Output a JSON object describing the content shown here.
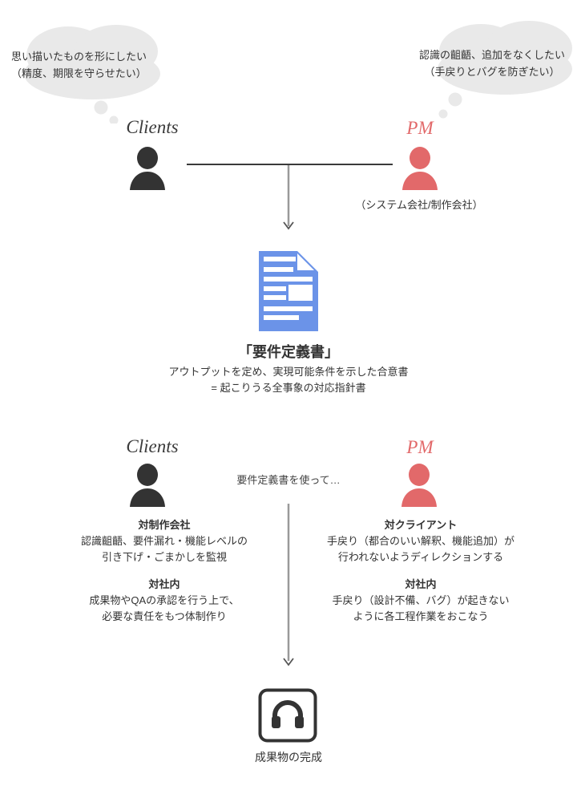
{
  "colors": {
    "dark": "#333333",
    "line": "#3a3a3a",
    "red": "#e2696a",
    "blue": "#6b93e8",
    "bubble": "#e9e9e9",
    "arrow": "#9a9a9a",
    "arrowhead": "#555555"
  },
  "top": {
    "clients_thought_line1": "思い描いたものを形にしたい",
    "clients_thought_line2": "（精度、期限を守らせたい）",
    "pm_thought_line1": "認識の齟齬、追加をなくしたい",
    "pm_thought_line2": "（手戻りとバグを防ぎたい）",
    "clients_label": "Clients",
    "pm_label": "PM",
    "pm_note": "（システム会社/制作会社）"
  },
  "document": {
    "title": "「要件定義書」",
    "desc_line1": "アウトプットを定め、実現可能条件を示した合意書",
    "desc_line2": "= 起こりうる全事象の対応指針書"
  },
  "middle": {
    "clients_label": "Clients",
    "pm_label": "PM",
    "connector_note": "要件定義書を使って…",
    "clients_roles": [
      {
        "heading": "対制作会社",
        "lines": [
          "認識齟齬、要件漏れ・機能レベルの",
          "引き下げ・ごまかしを監視"
        ]
      },
      {
        "heading": "対社内",
        "lines": [
          "成果物やQAの承認を行う上で、",
          "必要な責任をもつ体制作り"
        ]
      }
    ],
    "pm_roles": [
      {
        "heading": "対クライアント",
        "lines": [
          "手戻り（都合のいい解釈、機能追加）が",
          "行われないようディレクションする"
        ]
      },
      {
        "heading": "対社内",
        "lines": [
          "手戻り（設計不備、バグ）が起きない",
          "ように各工程作業をおこなう"
        ]
      }
    ]
  },
  "bottom": {
    "caption": "成果物の完成"
  },
  "icons": {
    "thought-bubble": "gray cloud with trailing dots",
    "person-icon": "head and shoulders silhouette",
    "document-icon": "blue page with folded corner and text lines",
    "headphones-icon": "headphones in rounded square outline",
    "down-arrow": "thin gray line with chevron head"
  }
}
